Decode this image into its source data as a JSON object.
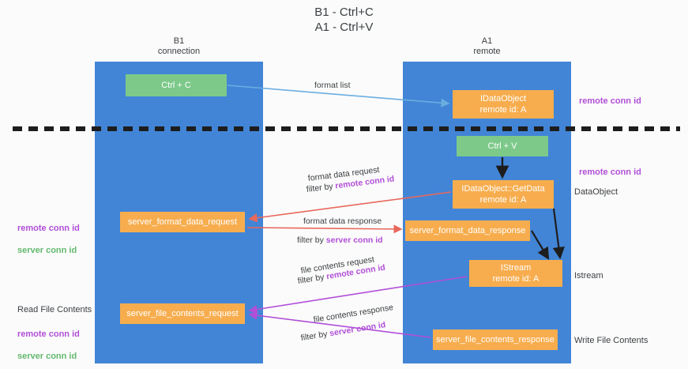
{
  "title": "B1 - Ctrl+C\nA1 - Ctrl+V",
  "lanes": [
    {
      "id": "b1",
      "label": "B1\nconnection",
      "color": "#4285d6"
    },
    {
      "id": "a1",
      "label": "A1\nremote",
      "color": "#4285d6"
    }
  ],
  "colors": {
    "lane": "#4285d6",
    "green_node": "#7dc98a",
    "orange_node": "#f7ad4e",
    "purple_text": "#b14fd8",
    "green_text": "#63b96e",
    "dark_text": "#3c4043",
    "arrow_blue": "#6aaee0",
    "arrow_red": "#e8685c",
    "arrow_black": "#1d1d1d",
    "arrow_magenta": "#b14fd8",
    "divider": "#1d1d1d"
  },
  "nodes": {
    "ctrl_c": "Ctrl + C",
    "idataobject": "IDataObject\nremote id: A",
    "ctrl_v": "Ctrl + V",
    "getdata": "IDataObject::GetData\nremote id: A",
    "server_format_data_request": "server_format_data_request",
    "server_format_data_response": "server_format_data_response",
    "istream": "IStream\nremote id: A",
    "server_file_contents_request": "server_file_contents_request",
    "server_file_contents_response": "server_file_contents_response"
  },
  "side_labels": {
    "remote_conn_id_top": "remote conn id",
    "remote_conn_id_mid": "remote conn id",
    "dataobject": "DataObject",
    "istream": "Istream",
    "write_file_contents": "Write File Contents",
    "read_file_contents": "Read File Contents",
    "remote_conn_id": "remote conn id",
    "server_conn_id": "server conn id"
  },
  "flows": [
    {
      "id": "format_list",
      "caption": "format list",
      "filter_prefix": "",
      "filter_value": ""
    },
    {
      "id": "fmt_data_req",
      "caption": "format data request",
      "filter_prefix": "filter by ",
      "filter_value": "remote conn id"
    },
    {
      "id": "fmt_data_res",
      "caption": "format data response",
      "filter_prefix": "filter by ",
      "filter_value": "server conn id"
    },
    {
      "id": "fc_req",
      "caption": "file contents request",
      "filter_prefix": "filter by ",
      "filter_value": "remote conn id"
    },
    {
      "id": "fc_res",
      "caption": "file contents response",
      "filter_prefix": "filter by ",
      "filter_value": "server conn id"
    }
  ]
}
